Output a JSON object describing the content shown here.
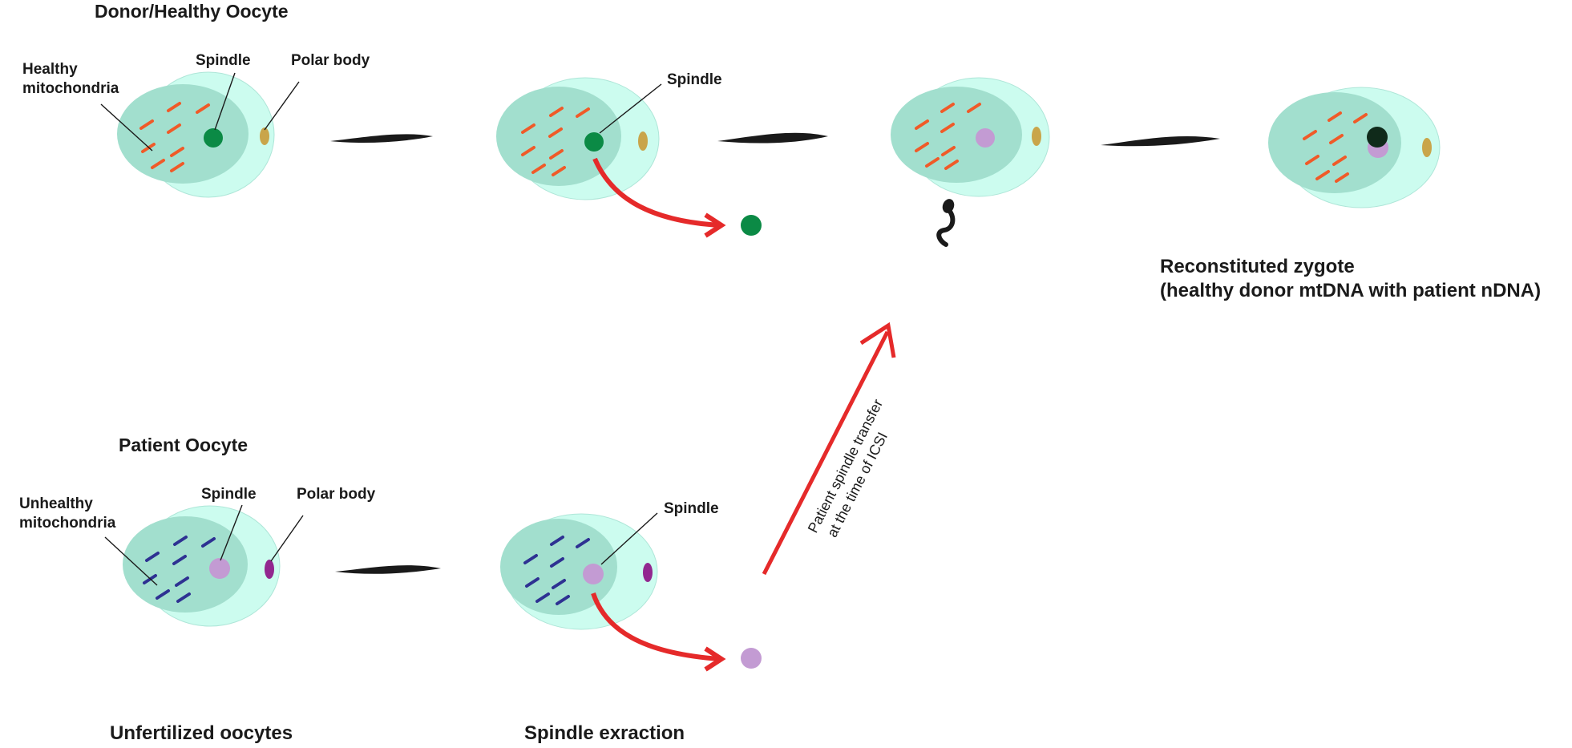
{
  "colors": {
    "outer_cell": "#ccfcef",
    "outer_stroke": "#aee6d8",
    "inner_cell": "#a2dfce",
    "healthy_mito": "#f05a28",
    "unhealthy_mito": "#2e3192",
    "donor_spindle": "#0b8a45",
    "patient_spindle": "#c39bd3",
    "donor_polar_body": "#c9a54a",
    "patient_polar_body": "#92278f",
    "pronucleus": "#0f2a1a",
    "arrow": "#e52a2a",
    "process_arrow": "#1a1a1a"
  },
  "titles": {
    "donor": "Donor/Healthy Oocyte",
    "patient": "Patient Oocyte"
  },
  "labels": {
    "healthy_mito_line1": "Healthy",
    "healthy_mito_line2": "mitochondria",
    "unhealthy_mito_line1": "Unhealthy",
    "unhealthy_mito_line2": "mitochondria",
    "spindle": "Spindle",
    "polar_body": "Polar body"
  },
  "captions": {
    "unfertilized": "Unfertilized oocytes",
    "extraction": "Spindle exraction",
    "zygote_line1": "Reconstituted zygote",
    "zygote_line2": "(healthy donor mtDNA with patient nDNA)",
    "transfer_line1": "Patient spindle transfer",
    "transfer_line2": "at the time of ICSI"
  },
  "icons": {
    "sperm": "sperm-icon",
    "process": "process-arrow-icon",
    "transfer": "curved-arrow-icon"
  }
}
